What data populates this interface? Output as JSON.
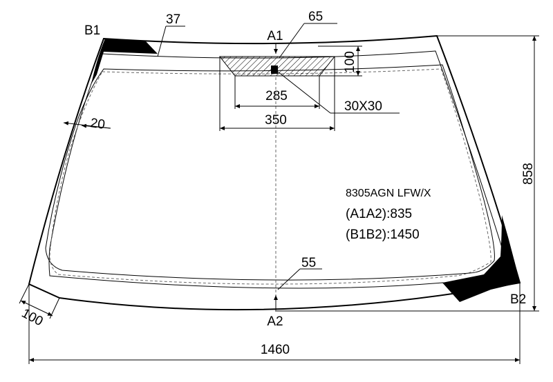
{
  "part_code": "8305AGN LFW/X",
  "measure_a": "(A1A2):835",
  "measure_b": "(B1B2):1450",
  "points": {
    "a1": "A1",
    "a2": "A2",
    "b1": "B1",
    "b2": "B2"
  },
  "dimensions": {
    "d37": "37",
    "d65": "65",
    "d100_top": "100",
    "d285": "285",
    "d350": "350",
    "d30x30": "30X30",
    "d20": "20",
    "d858": "858",
    "d55": "55",
    "d100_corner": "100",
    "d1460": "1460"
  }
}
